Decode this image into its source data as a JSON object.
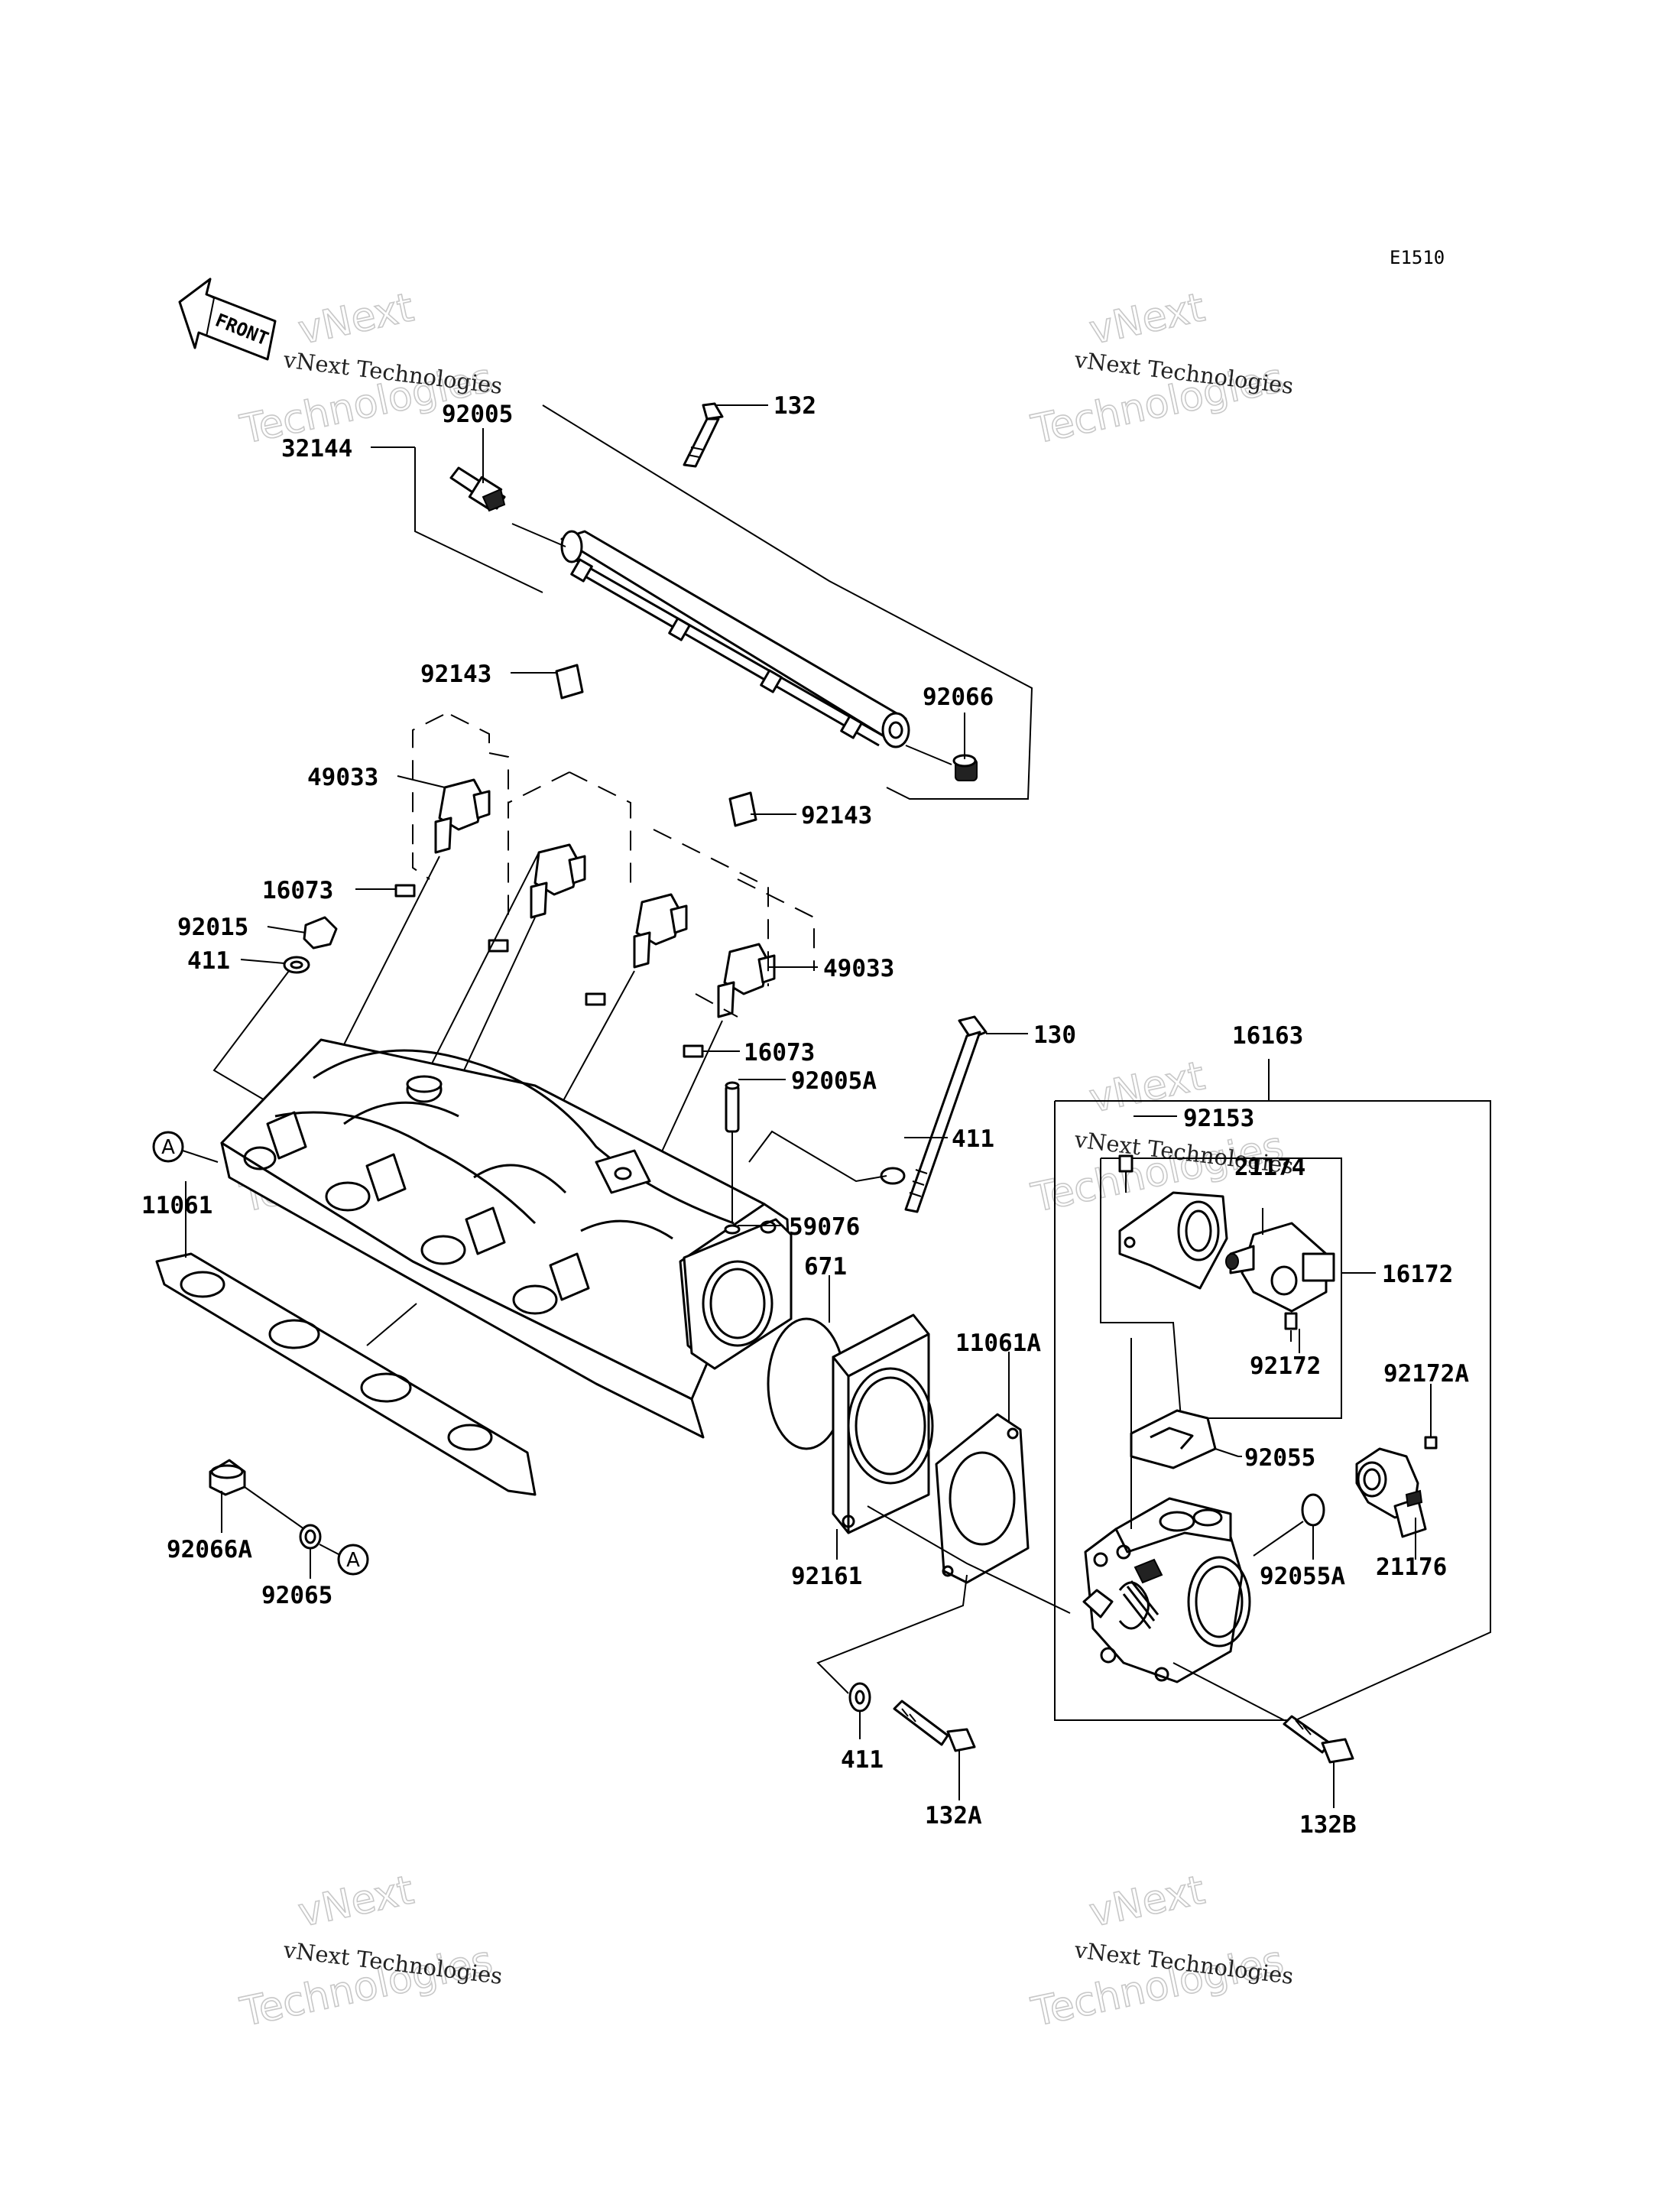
{
  "diagram_code": "E1510",
  "front_label": "FRONT",
  "reference_marker": "A",
  "watermark": {
    "line1": "vNext Technologies",
    "line2": "vNext",
    "line3": "Technologies"
  },
  "part_numbers": {
    "p132": "132",
    "p92005": "92005",
    "p32144": "32144",
    "p92143_a": "92143",
    "p92066": "92066",
    "p49033_a": "49033",
    "p92143_b": "92143",
    "p16073_a": "16073",
    "p92015": "92015",
    "p411_a": "411",
    "p49033_b": "49033",
    "p16073_b": "16073",
    "p130": "130",
    "p16163": "16163",
    "p92005A": "92005A",
    "p411_b": "411",
    "p92153": "92153",
    "p21174": "21174",
    "p11061": "11061",
    "p59076": "59076",
    "p671": "671",
    "p16172": "16172",
    "p11061A": "11061A",
    "p92172": "92172",
    "p92172A": "92172A",
    "p92055": "92055",
    "p92066A": "92066A",
    "p92065": "92065",
    "p92161": "92161",
    "p92055A": "92055A",
    "p21176": "21176",
    "p411_c": "411",
    "p132A": "132A",
    "p132B": "132B"
  }
}
